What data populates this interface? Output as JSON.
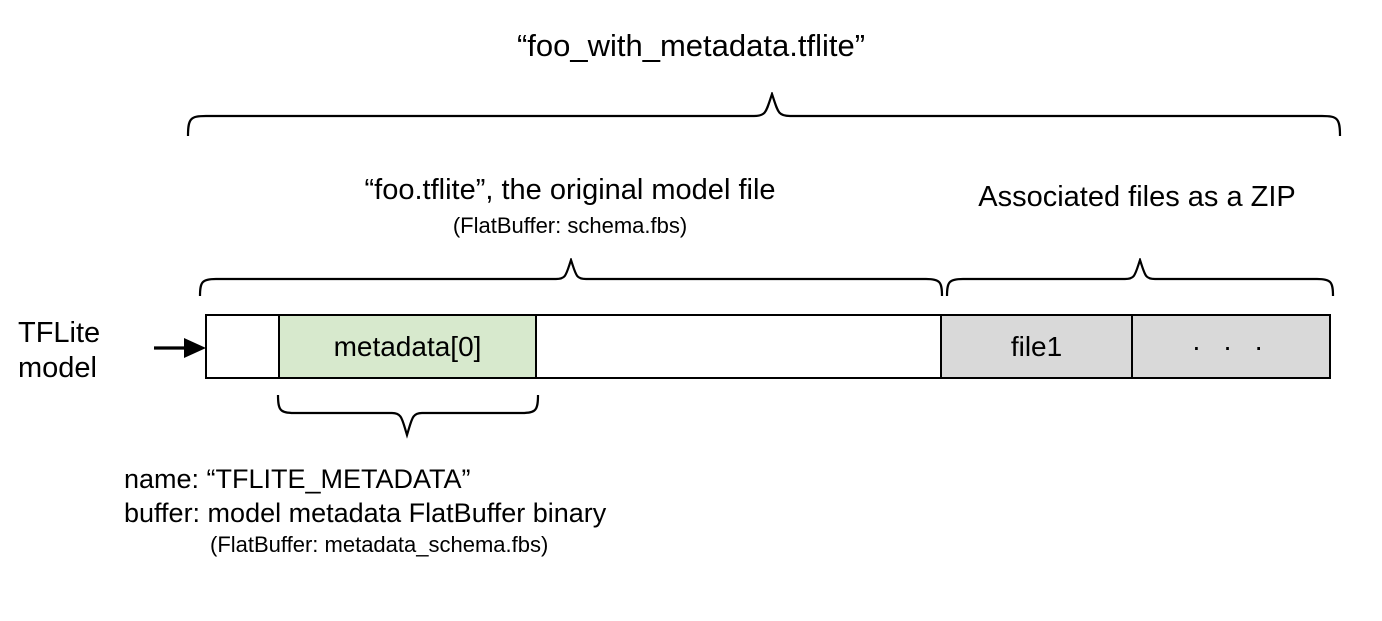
{
  "diagram": {
    "title": "“foo_with_metadata.tflite”",
    "sections": {
      "model_file": {
        "heading": "“foo.tflite”, the original model file",
        "subheading": "(FlatBuffer: schema.fbs)"
      },
      "zip": {
        "heading": "Associated files as a ZIP"
      }
    },
    "source_label": {
      "line1": "TFLite",
      "line2": "model"
    },
    "bar_segments": [
      {
        "name": "empty-head",
        "label": "",
        "fill": "#ffffff"
      },
      {
        "name": "metadata",
        "label": "metadata[0]",
        "fill": "#d7e9cd"
      },
      {
        "name": "empty-body",
        "label": "",
        "fill": "#ffffff"
      },
      {
        "name": "file1",
        "label": "file1",
        "fill": "#d9d9d9"
      },
      {
        "name": "more-files",
        "label": "· · ·",
        "fill": "#d9d9d9"
      }
    ],
    "metadata_note": {
      "line1": "name: “TFLITE_METADATA”",
      "line2": "buffer: model metadata FlatBuffer binary",
      "line3": "(FlatBuffer: metadata_schema.fbs)"
    },
    "colors": {
      "metadata_fill": "#d7e9cd",
      "zip_fill": "#d9d9d9",
      "stroke": "#000000",
      "background": "#ffffff"
    }
  }
}
